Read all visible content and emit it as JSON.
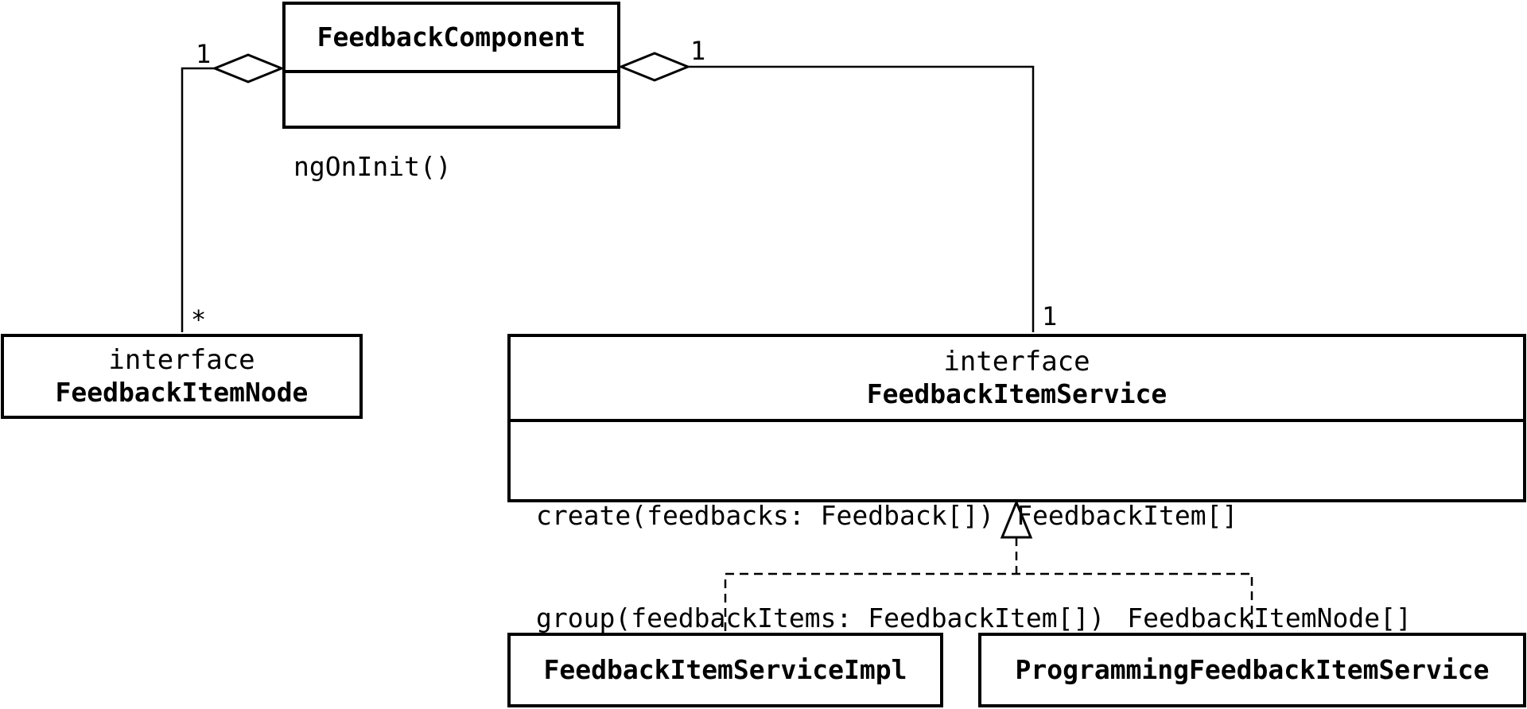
{
  "classes": {
    "feedback_component": {
      "name": "FeedbackComponent",
      "operations": [
        "ngOnInit()"
      ]
    },
    "feedback_item_node": {
      "stereotype": "interface",
      "name": "FeedbackItemNode"
    },
    "feedback_item_service": {
      "stereotype": "interface",
      "name": "FeedbackItemService",
      "operations": [
        {
          "signature": "create(feedbacks: Feedback[])",
          "returns": "FeedbackItem[]"
        },
        {
          "signature": "group(feedbackItems: FeedbackItem[])",
          "returns": "FeedbackItemNode[]"
        }
      ]
    },
    "feedback_item_service_impl": {
      "name": "FeedbackItemServiceImpl"
    },
    "programming_feedback_item_service": {
      "name": "ProgrammingFeedbackItemService"
    }
  },
  "relations": {
    "component_to_node": {
      "kind": "aggregation",
      "source_multiplicity": "1",
      "target_multiplicity": "*"
    },
    "component_to_service": {
      "kind": "aggregation",
      "source_multiplicity": "1",
      "target_multiplicity": "1"
    },
    "impl_realizes_service": {
      "kind": "realization"
    },
    "programming_realizes_service": {
      "kind": "realization"
    }
  }
}
